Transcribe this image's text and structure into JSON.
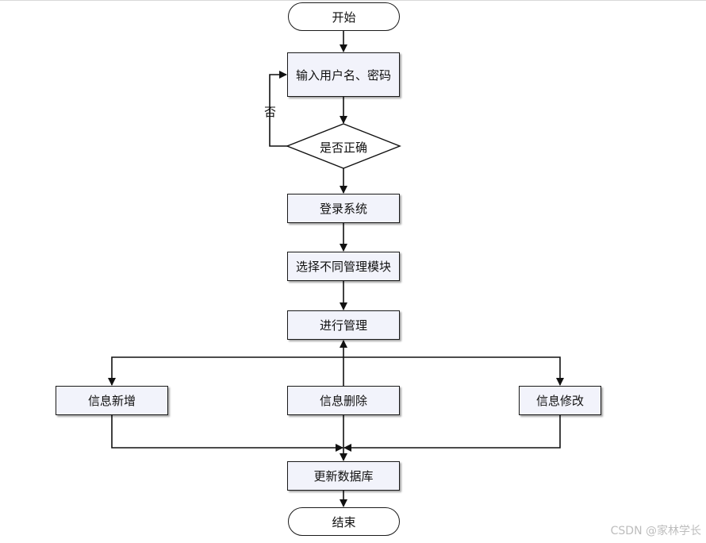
{
  "nodes": {
    "start": "开始",
    "input": "输入用户名、密码",
    "check": "是否正确",
    "login": "登录系统",
    "select": "选择不同管理模块",
    "manage": "进行管理",
    "add": "信息新增",
    "delete": "信息删除",
    "modify": "信息修改",
    "update_db": "更新数据库",
    "end": "结束"
  },
  "edge_labels": {
    "no": "否"
  },
  "watermark": "CSDN @家林学长"
}
